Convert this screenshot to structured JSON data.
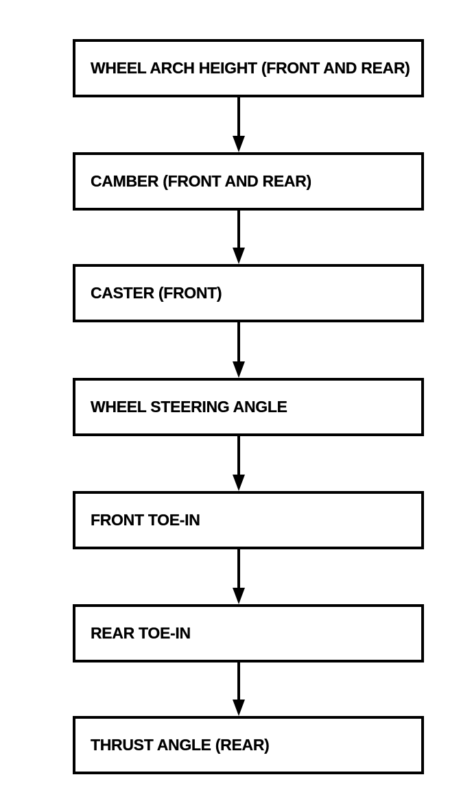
{
  "diagram": {
    "type": "flowchart",
    "direction": "top-to-bottom",
    "background_color": "#ffffff",
    "line_color": "#000000",
    "connector_style": "down-arrow",
    "steps": [
      {
        "label": "WHEEL ARCH HEIGHT (FRONT AND REAR)"
      },
      {
        "label": "CAMBER (FRONT AND REAR)"
      },
      {
        "label": "CASTER (FRONT)"
      },
      {
        "label": "WHEEL STEERING ANGLE"
      },
      {
        "label": "FRONT TOE-IN"
      },
      {
        "label": "REAR TOE-IN"
      },
      {
        "label": "THRUST ANGLE (REAR)"
      }
    ]
  }
}
